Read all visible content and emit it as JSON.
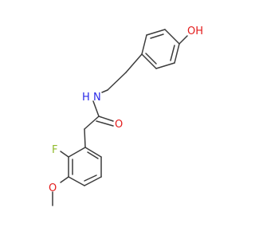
{
  "molecule": {
    "atoms": {
      "hydroxyl_o": {
        "text": "OH",
        "color": "#e31b1b"
      },
      "carbonyl_o": {
        "text": "O",
        "color": "#e31b1b"
      },
      "methoxy_o": {
        "text": "O",
        "color": "#e31b1b"
      },
      "amide_n": {
        "text": "N",
        "color": "#2a2ae8"
      },
      "amide_h": {
        "text": "H",
        "color": "#2a2ae8"
      },
      "fluorine": {
        "text": "F",
        "color": "#8fba2b"
      }
    },
    "bond_color": "#3c3c3c"
  }
}
